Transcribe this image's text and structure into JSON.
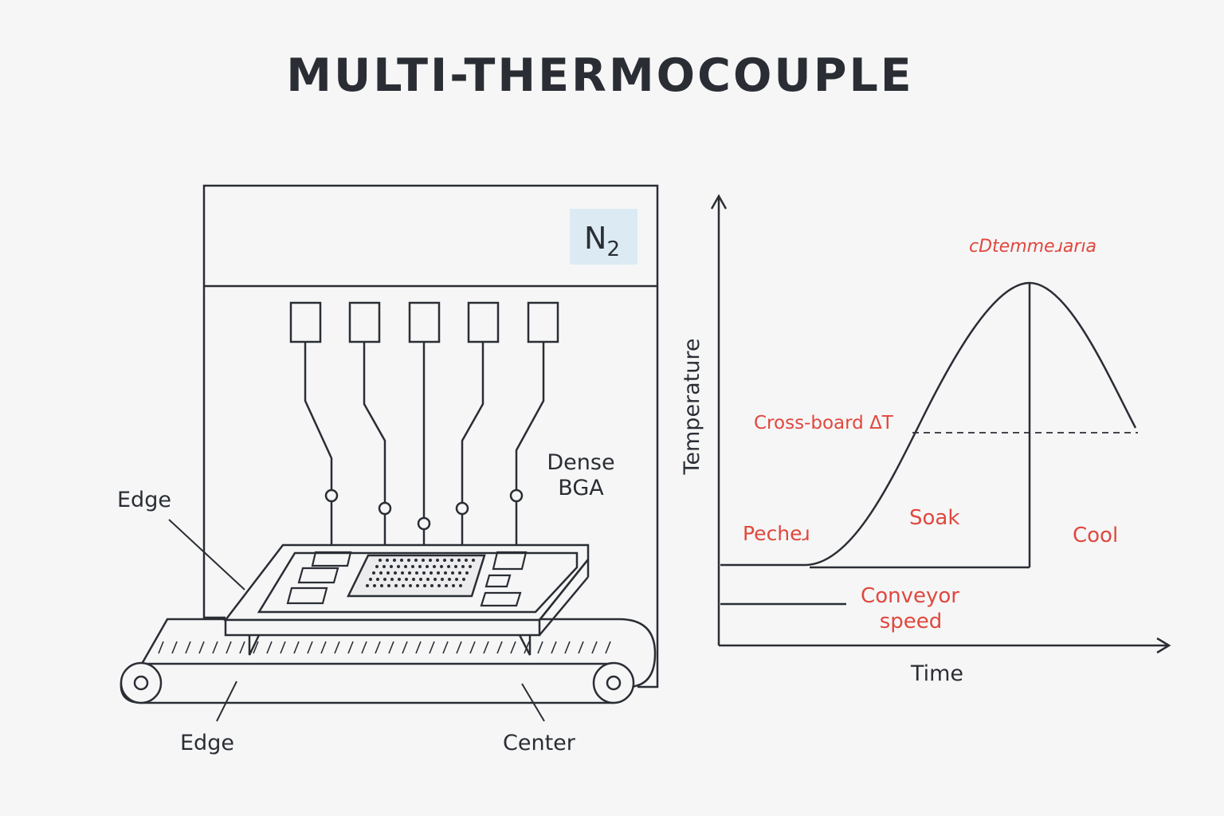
{
  "title": "MULTI-THERMOCOUPLE",
  "oven": {
    "atmosphere_label": "N",
    "atmosphere_subscript": "2",
    "component_label_line1": "Dense",
    "component_label_line2": "BGA",
    "thermocouple_count": 5
  },
  "callouts": {
    "board_edge": "Edge",
    "conveyor_edge": "Edge",
    "conveyor_center": "Center"
  },
  "profile": {
    "y_axis_label": "Temperature",
    "x_axis_label": "Time",
    "peak_label": "cDtemmeɹarıa",
    "delta_label": "Cross-board ΔT",
    "zones": {
      "preheat": "Pecheɹ",
      "soak": "Soak",
      "cool": "Cool"
    },
    "conveyor_label_line1": "Conveyor",
    "conveyor_label_line2": "speed"
  },
  "colors": {
    "ink": "#2a2e34",
    "accent": "#e0483d",
    "n2_badge": "#dcebf3"
  }
}
